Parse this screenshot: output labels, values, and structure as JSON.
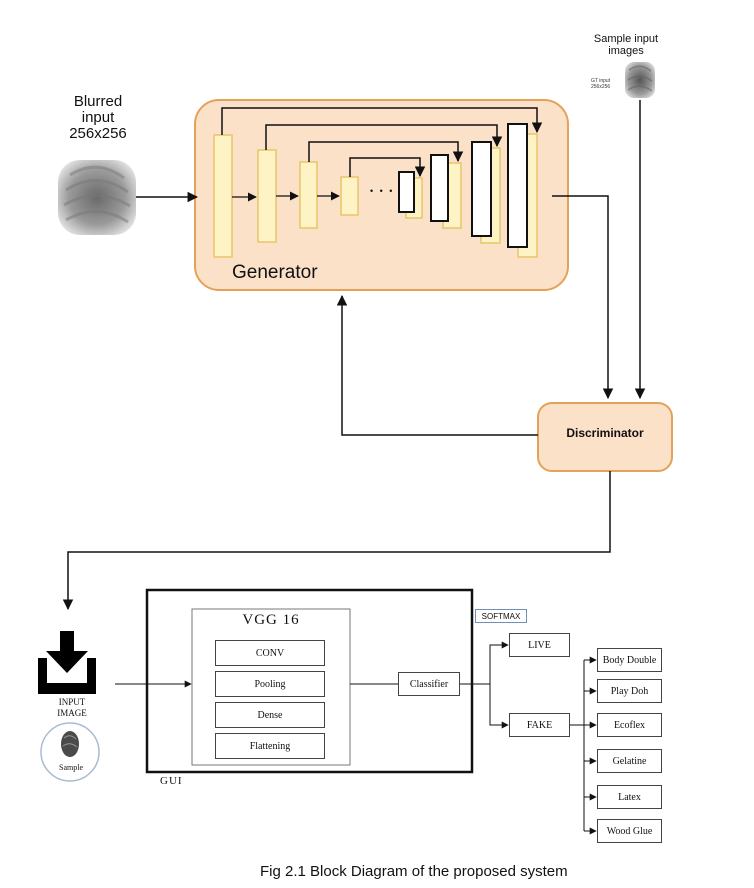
{
  "diagram": {
    "input": {
      "title_lines": [
        "Blurred",
        "input",
        "256x256"
      ]
    },
    "sample_images": {
      "title_lines": [
        "Sample input",
        "images"
      ],
      "gt_lines": [
        "GT input",
        "256x256"
      ]
    },
    "generator": {
      "label": "Generator",
      "ellipsis": "• • •"
    },
    "discriminator": {
      "label": "Discriminator"
    },
    "classifier_section": {
      "vgg_title": "VGG 16",
      "vgg_layers": [
        "CONV",
        "Pooling",
        "Dense",
        "Flattening"
      ],
      "classifier": "Classifier",
      "softmax": "SOFTMAX",
      "live": "LIVE",
      "fake": "FAKE",
      "fake_types": [
        "Body Double",
        "Play Doh",
        "Ecoflex",
        "Gelatine",
        "Latex",
        "Wood Glue"
      ],
      "gui_label": "GUI",
      "input_image_lines": [
        "INPUT",
        "IMAGE"
      ],
      "sample_label": "Sample"
    },
    "caption": "Fig 2.1 Block Diagram of the proposed system",
    "colors": {
      "block_fill": "#fbe1c8",
      "block_stroke": "#e3a25a",
      "layer_fill": "#fef3c4",
      "layer_stroke": "#e8c56a",
      "line": "#111111",
      "softmax_border": "#6f8fb5"
    }
  }
}
